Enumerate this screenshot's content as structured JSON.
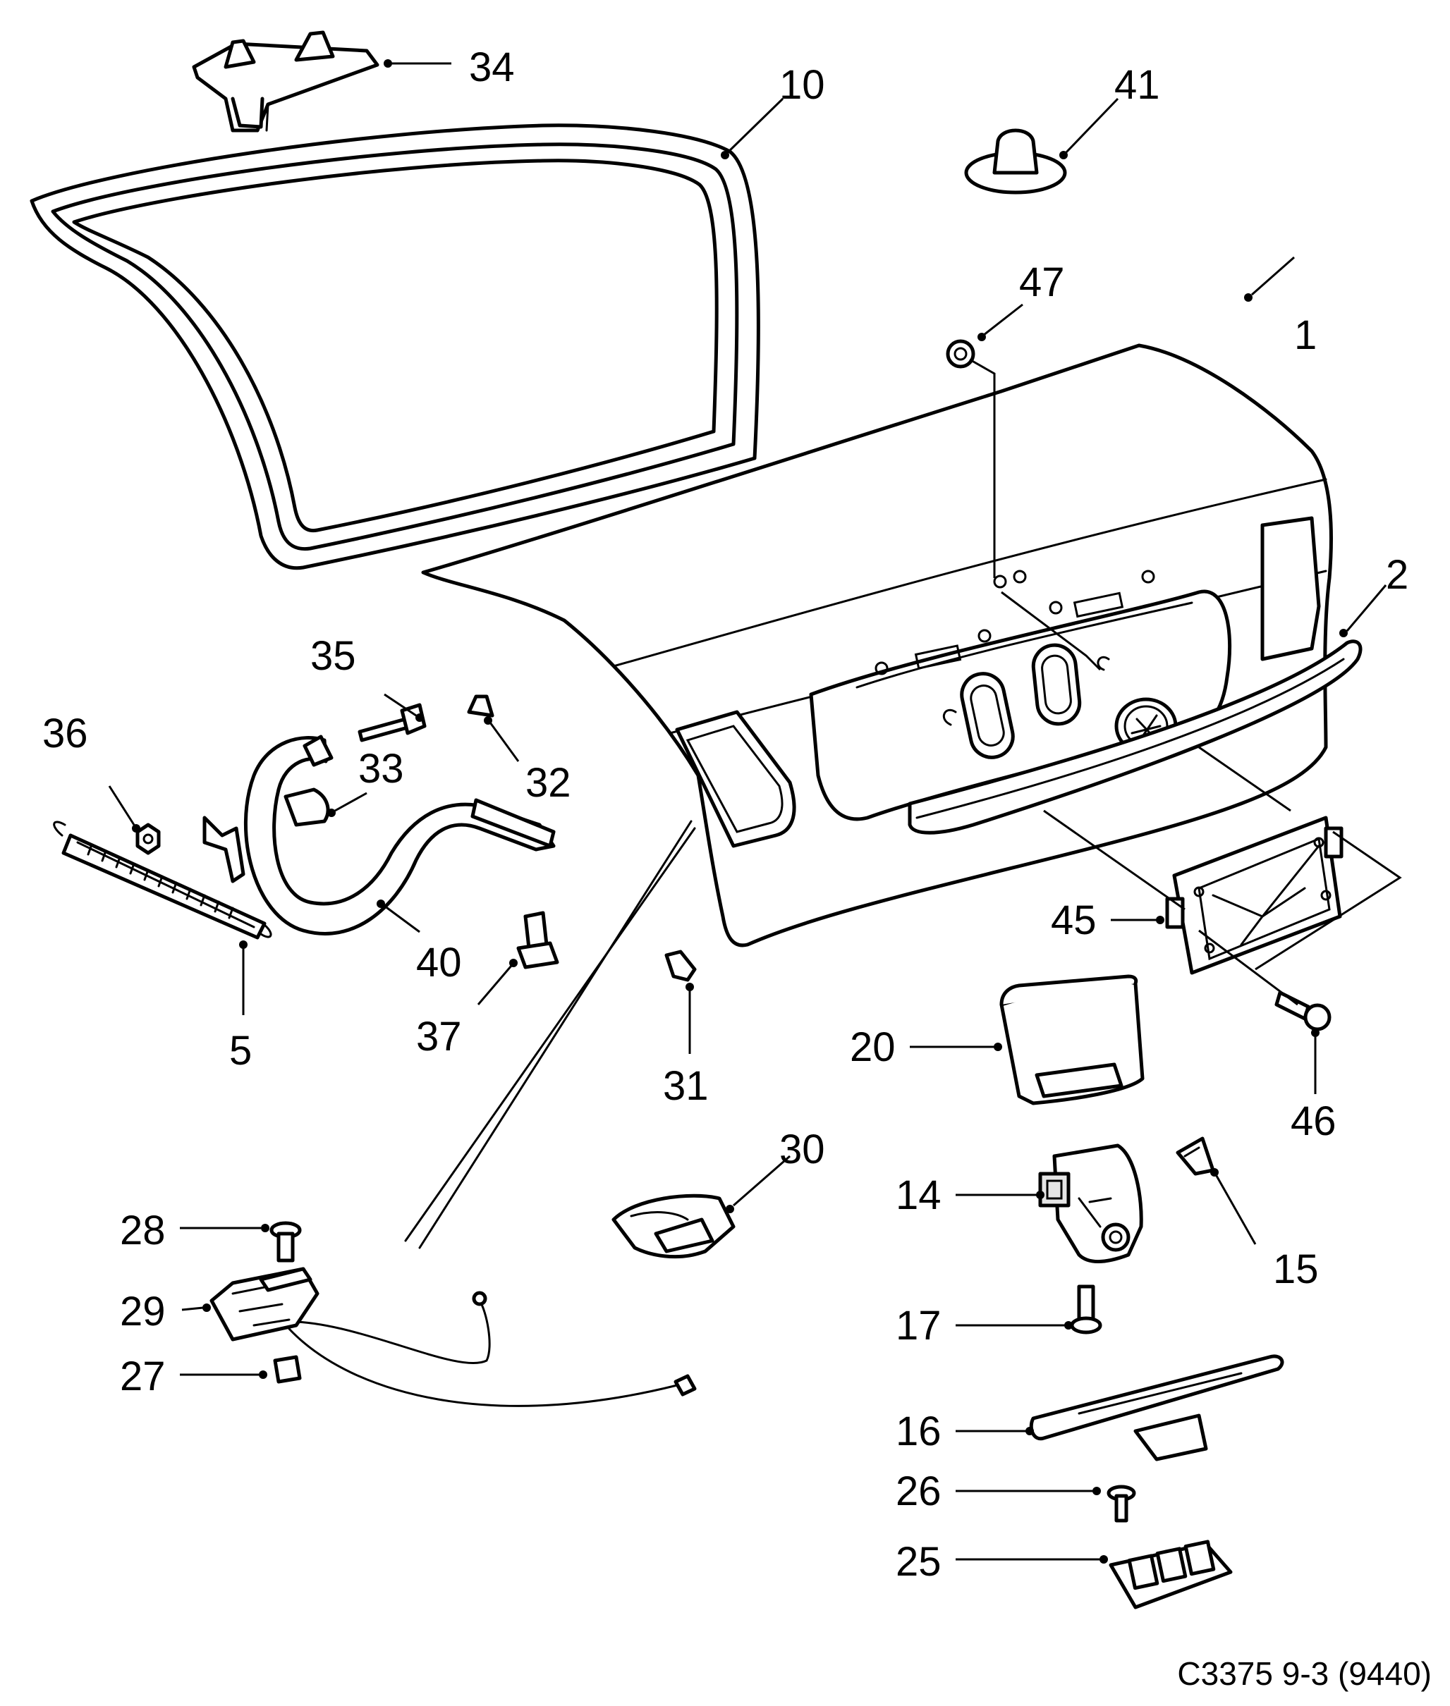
{
  "figure_id": "C3375 9-3 (9440)",
  "colors": {
    "line": "#000000",
    "panel": "#ffffff",
    "shade": "#e6e6e6"
  },
  "callouts": {
    "c1": "1",
    "c2": "2",
    "c5": "5",
    "c10": "10",
    "c14": "14",
    "c15": "15",
    "c16": "16",
    "c17": "17",
    "c20": "20",
    "c25": "25",
    "c26": "26",
    "c27": "27",
    "c28": "28",
    "c29": "29",
    "c30": "30",
    "c31": "31",
    "c32": "32",
    "c33": "33",
    "c34": "34",
    "c35": "35",
    "c36": "36",
    "c37": "37",
    "c40": "40",
    "c41": "41",
    "c45": "45",
    "c46": "46",
    "c47": "47"
  }
}
